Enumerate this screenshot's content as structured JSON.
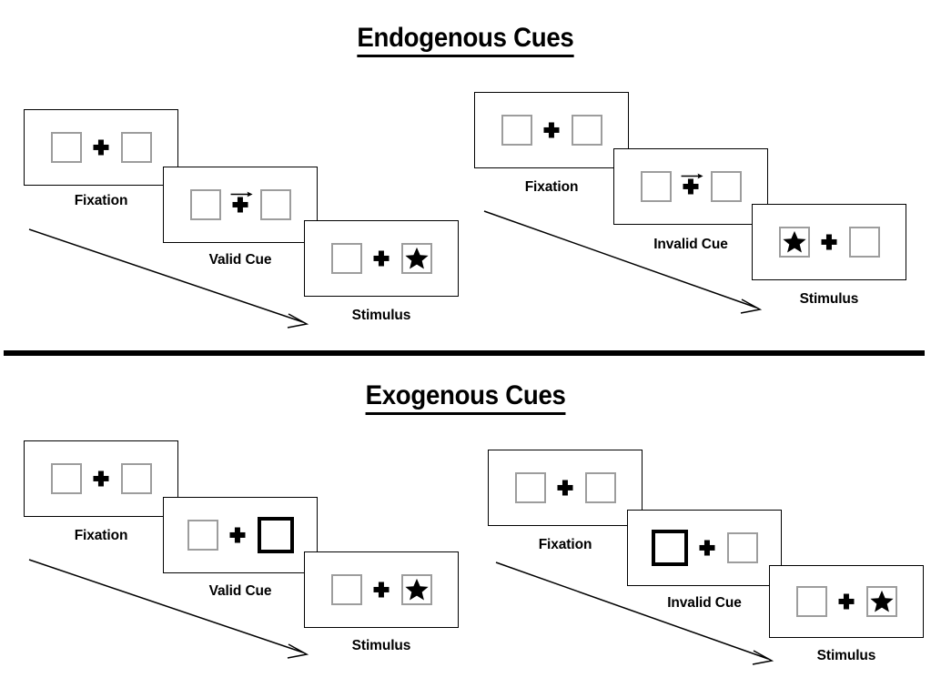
{
  "sections": [
    {
      "id": "endogenous",
      "title": "Endogenous Cues",
      "cue_type": "arrow",
      "groups": [
        {
          "id": "endogenous-valid",
          "condition_label": "Valid Cue",
          "panels": [
            {
              "stage": "Fixation",
              "label": "Fixation",
              "left_box": {
                "content": "empty",
                "cued": false
              },
              "right_box": {
                "content": "empty",
                "cued": false
              },
              "center": "fixation-cross",
              "arrow_cue": null
            },
            {
              "stage": "Cue",
              "label": "Valid Cue",
              "left_box": {
                "content": "empty",
                "cued": false
              },
              "right_box": {
                "content": "empty",
                "cued": false
              },
              "center": "fixation-cross",
              "arrow_cue": "right"
            },
            {
              "stage": "Stimulus",
              "label": "Stimulus",
              "left_box": {
                "content": "empty",
                "cued": false
              },
              "right_box": {
                "content": "star",
                "cued": false
              },
              "center": "fixation-cross",
              "arrow_cue": null
            }
          ]
        },
        {
          "id": "endogenous-invalid",
          "condition_label": "Invalid Cue",
          "panels": [
            {
              "stage": "Fixation",
              "label": "Fixation",
              "left_box": {
                "content": "empty",
                "cued": false
              },
              "right_box": {
                "content": "empty",
                "cued": false
              },
              "center": "fixation-cross",
              "arrow_cue": null
            },
            {
              "stage": "Cue",
              "label": "Invalid Cue",
              "left_box": {
                "content": "empty",
                "cued": false
              },
              "right_box": {
                "content": "empty",
                "cued": false
              },
              "center": "fixation-cross",
              "arrow_cue": "right"
            },
            {
              "stage": "Stimulus",
              "label": "Stimulus",
              "left_box": {
                "content": "star",
                "cued": false
              },
              "right_box": {
                "content": "empty",
                "cued": false
              },
              "center": "fixation-cross",
              "arrow_cue": null
            }
          ]
        }
      ]
    },
    {
      "id": "exogenous",
      "title": "Exogenous Cues",
      "cue_type": "box-flash",
      "groups": [
        {
          "id": "exogenous-valid",
          "condition_label": "Valid Cue",
          "panels": [
            {
              "stage": "Fixation",
              "label": "Fixation",
              "left_box": {
                "content": "empty",
                "cued": false
              },
              "right_box": {
                "content": "empty",
                "cued": false
              },
              "center": "fixation-cross",
              "arrow_cue": null
            },
            {
              "stage": "Cue",
              "label": "Valid Cue",
              "left_box": {
                "content": "empty",
                "cued": false
              },
              "right_box": {
                "content": "empty",
                "cued": true
              },
              "center": "fixation-cross",
              "arrow_cue": null
            },
            {
              "stage": "Stimulus",
              "label": "Stimulus",
              "left_box": {
                "content": "empty",
                "cued": false
              },
              "right_box": {
                "content": "star",
                "cued": false
              },
              "center": "fixation-cross",
              "arrow_cue": null
            }
          ]
        },
        {
          "id": "exogenous-invalid",
          "condition_label": "Invalid Cue",
          "panels": [
            {
              "stage": "Fixation",
              "label": "Fixation",
              "left_box": {
                "content": "empty",
                "cued": false
              },
              "right_box": {
                "content": "empty",
                "cued": false
              },
              "center": "fixation-cross",
              "arrow_cue": null
            },
            {
              "stage": "Cue",
              "label": "Invalid Cue",
              "left_box": {
                "content": "empty",
                "cued": true
              },
              "right_box": {
                "content": "empty",
                "cued": false
              },
              "center": "fixation-cross",
              "arrow_cue": null
            },
            {
              "stage": "Stimulus",
              "label": "Stimulus",
              "left_box": {
                "content": "empty",
                "cued": false
              },
              "right_box": {
                "content": "star",
                "cued": false
              },
              "center": "fixation-cross",
              "arrow_cue": null
            }
          ]
        }
      ]
    }
  ],
  "labels": {
    "fixation": "Fixation",
    "valid_cue": "Valid Cue",
    "invalid_cue": "Invalid Cue",
    "stimulus": "Stimulus"
  },
  "titles": {
    "endogenous": "Endogenous Cues",
    "exogenous": "Exogenous Cues"
  },
  "icons": {
    "fixation_cross": "plus-cross-icon",
    "arrow_cue": "arrow-right-icon",
    "target": "star-icon",
    "time_flow": "time-arrow-icon"
  },
  "colors": {
    "background": "#FFFFFF",
    "ink": "#000000",
    "panel_border": "#000000",
    "box_border": "#9D9D9D",
    "cued_box_border": "#000000",
    "divider": "#000000"
  }
}
